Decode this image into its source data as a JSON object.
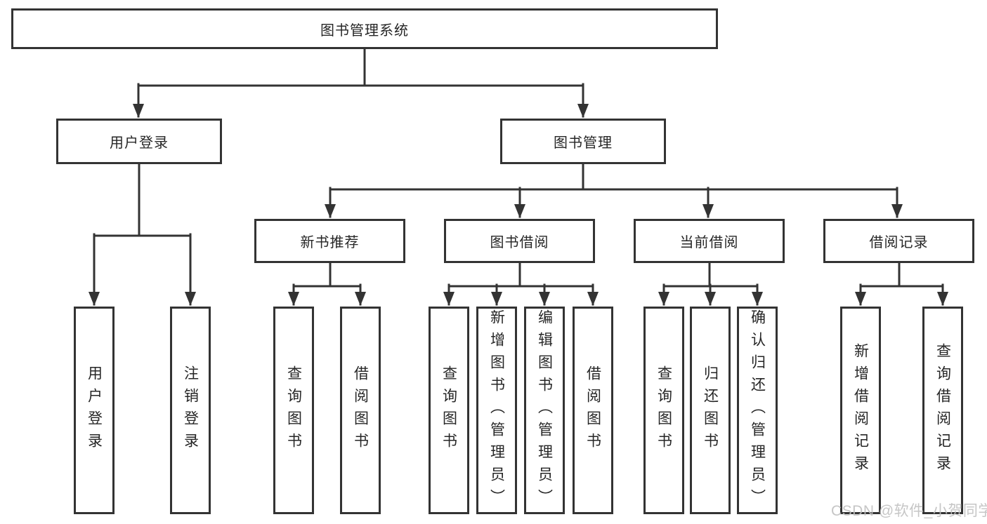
{
  "diagram": {
    "root": {
      "label": "图书管理系统"
    },
    "level2": {
      "user_login": {
        "label": "用户登录"
      },
      "book_mgmt": {
        "label": "图书管理"
      }
    },
    "level3": {
      "new_book_rec": {
        "label": "新书推荐"
      },
      "book_borrow": {
        "label": "图书借阅"
      },
      "current_borrow": {
        "label": "当前借阅"
      },
      "borrow_records": {
        "label": "借阅记录"
      }
    },
    "leaves": {
      "user_login": {
        "label": "用户登录"
      },
      "logout": {
        "label": "注销登录"
      },
      "rec_query_books": {
        "label": "查询图书"
      },
      "rec_borrow_books": {
        "label": "借阅图书"
      },
      "bb_query_books": {
        "label": "查询图书"
      },
      "bb_add_book_admin": {
        "label": "新增图书（管理员）"
      },
      "bb_edit_book_admin": {
        "label": "编辑图书（管理员）"
      },
      "bb_borrow_books": {
        "label": "借阅图书"
      },
      "cb_query_books": {
        "label": "查询图书"
      },
      "cb_return_book": {
        "label": "归还图书"
      },
      "cb_confirm_return_admin": {
        "label": "确认归还（管理员）"
      },
      "br_add_record": {
        "label": "新增借阅记录"
      },
      "br_query_record": {
        "label": "查询借阅记录"
      }
    },
    "watermark": "CSDN @软件_小贺同学",
    "colors": {
      "line": "#333333",
      "text": "#262626",
      "watermark_text": "#c0c0c0",
      "background": "#ffffff"
    }
  }
}
